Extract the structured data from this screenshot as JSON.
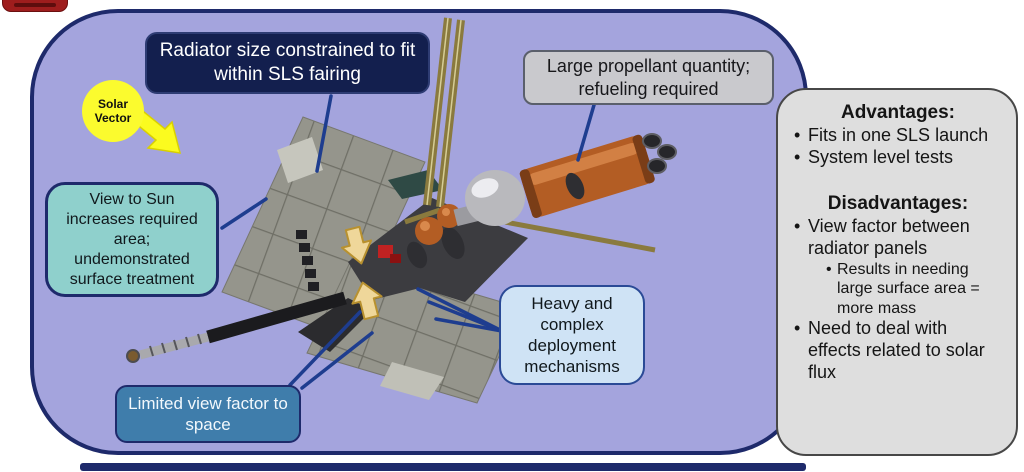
{
  "slide": {
    "type": "spacecraft-concept-diagram",
    "palette": {
      "background": "#a4a4dd",
      "navy": "#1e2a6b",
      "callout_navy_fill": "#131f4e",
      "callout_gray_fill": "#c9c9cd",
      "callout_teal_fill": "#8fd0cc",
      "callout_lightblue_fill": "#cfe3f5",
      "callout_blue_fill": "#3f7dab",
      "panel_gray_fill": "#dedede",
      "solar_yellow": "#fbfb2e",
      "tank_orange": "#b35d24",
      "connector_line": "#1e3d8f"
    }
  },
  "callouts": {
    "radiator": {
      "text": "Radiator size constrained to fit within SLS fairing"
    },
    "propellant": {
      "text": "Large propellant quantity; refueling required"
    },
    "solar_vector": {
      "text": "Solar Vector"
    },
    "view_to_sun": {
      "text": "View to Sun increases required area; undemonstrated surface treatment"
    },
    "deployment": {
      "text": "Heavy and complex deployment mechanisms"
    },
    "view_factor": {
      "text": "Limited view factor to space"
    }
  },
  "pros_cons": {
    "advantages_title": "Advantages:",
    "advantages": [
      "Fits in one SLS launch",
      "System level tests"
    ],
    "disadvantages_title": "Disadvantages:",
    "disadvantages": [
      {
        "text": "View factor between radiator panels",
        "sub": [
          "Results in needing large surface area = more mass"
        ]
      },
      {
        "text": "Need to deal with effects related to solar flux",
        "sub": []
      }
    ]
  }
}
